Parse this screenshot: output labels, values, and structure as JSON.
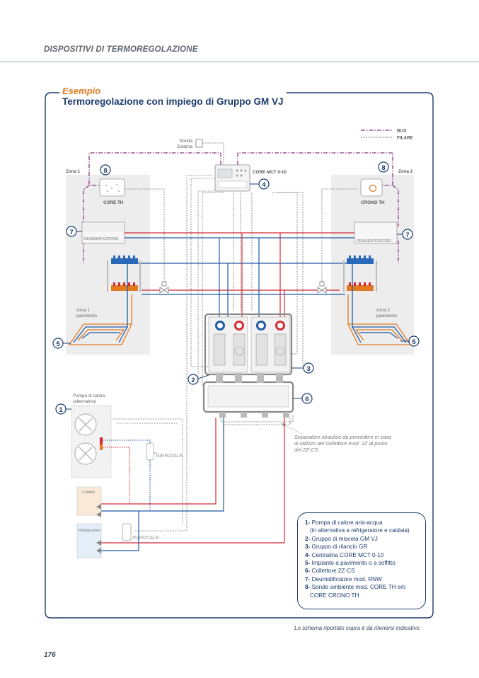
{
  "header": {
    "title": "DISPOSITIVI DI TERMOREGOLAZIONE"
  },
  "example": {
    "label": "Esempio",
    "title": "Termoregolazione con impiego di Gruppo GM VJ"
  },
  "wire_legend": {
    "bus": "BUS",
    "filare": "FILARE"
  },
  "colors": {
    "bus": "#8c3a7a",
    "filare": "#777777",
    "hot": "#d42b36",
    "cold": "#1f5aa6",
    "accent": "#e07b22",
    "navy": "#1d3d6e"
  },
  "diagram": {
    "sonda_esterna": [
      "Sonda",
      "Esterna"
    ],
    "zona1": "Zona 1",
    "zona2": "Zona 2",
    "core_th": "CORE TH",
    "crono_th": "CRONO TH",
    "core_mct": "CORE MCT 0-10",
    "deumidificatore": "DEUMIDIFICATORE",
    "zona1_pav": [
      "zona 1",
      "pavimento"
    ],
    "zona2_pav": [
      "zona 2",
      "pavimento"
    ],
    "pompa": [
      "Pompa di calore",
      "(alternativa)"
    ],
    "inerziale": "INERZIALE",
    "caldaia": "Caldaia",
    "refrigeratore": "Refrigeratore",
    "separatore_note": [
      "Separatore idraulico da prevedere in caso",
      "di utilizzo del collettore mod. 2Z al posto",
      "del 2Z-CS"
    ],
    "markers": [
      "1",
      "2",
      "3",
      "4",
      "5",
      "6",
      "7",
      "8"
    ]
  },
  "legend": [
    {
      "num": "1-",
      "text": "Pompa di calore aria-acqua",
      "cont": "(in alternativa a refrigeratore e caldaia)"
    },
    {
      "num": "2-",
      "text": "Gruppo di miscela GM VJ"
    },
    {
      "num": "3-",
      "text": "Gruppo di rilancio GR"
    },
    {
      "num": "4-",
      "text": "Centralina CORE MCT 0-10"
    },
    {
      "num": "5-",
      "text": "Impianto a pavimento o a soffitto"
    },
    {
      "num": "6-",
      "text": "Collettore 2Z-CS"
    },
    {
      "num": "7-",
      "text": "Deumidificatore mod. RNW"
    },
    {
      "num": "8-",
      "text": "Sonde ambiente mod. CORE TH e/o",
      "cont": "CORE CRONO TH"
    }
  ],
  "footnote": "Lo schema riportato sopra è da ritenersi indicativo",
  "page_number": "176"
}
